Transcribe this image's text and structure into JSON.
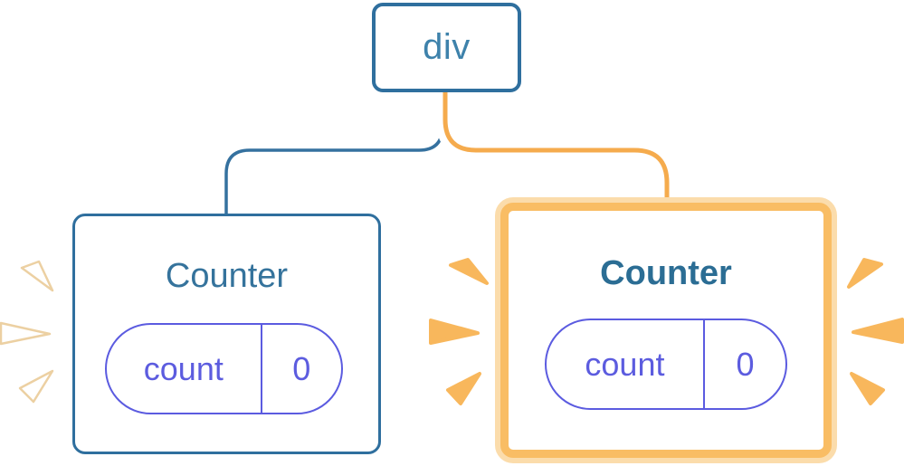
{
  "diagram_title": "component tree with parent div and two Counter children, right Counter highlighted as re-rendered",
  "root_node": {
    "label": "div"
  },
  "nodes": [
    {
      "id": "counter-left",
      "title": "Counter",
      "highlighted": false,
      "pill": {
        "key": "count",
        "value": "0"
      }
    },
    {
      "id": "counter-right",
      "title": "Counter",
      "highlighted": true,
      "pill": {
        "key": "count",
        "value": "0"
      }
    }
  ],
  "colors": {
    "node_border_blue": "#2F6F9E",
    "node_text_blue": "#3E82AB",
    "title_blue": "#35739C",
    "title_blue_bold": "#2B6D94",
    "pill_purple": "#5B5BE0",
    "edge_blue": "#35719F",
    "edge_orange_core": "#F5AB4D",
    "edge_orange_casing": "#FFFFFF",
    "highlight_border_orange": "#F9BD64",
    "highlight_border_pale": "#FBDCAB",
    "spark_orange": "#F8B75C",
    "spark_white_outline": "#ECD0A2"
  }
}
